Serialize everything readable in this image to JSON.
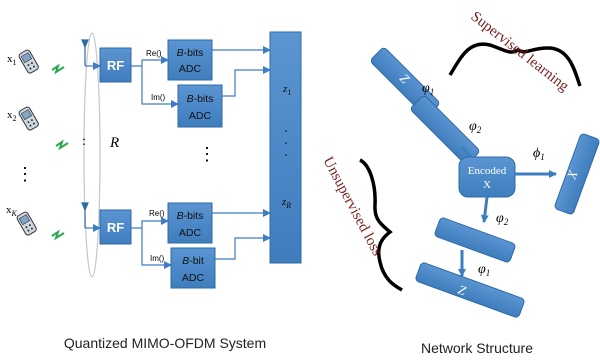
{
  "left": {
    "caption": "Quantized MIMO-OFDM System",
    "users": [
      {
        "label": "x",
        "sub": "1"
      },
      {
        "label": "x",
        "sub": "2"
      },
      {
        "label": "x",
        "sub": "K"
      }
    ],
    "user_dots": "⋮",
    "antenna_dots": ":",
    "R_label": "R",
    "rf_label": "RF",
    "re_label": "Re()",
    "im_label": "Im()",
    "adc_bits": "B",
    "adc_bits_suffix": "-bits",
    "adc_bits_suffix_lower": "-bit",
    "adc_label": "ADC",
    "adc_dots": "⋮",
    "z_first": "z",
    "z_first_sub": "1",
    "z_dots": ".",
    "z_last": "z",
    "z_last_sub": "R"
  },
  "right": {
    "caption": "Network Structure",
    "supervised": "Supervised learning",
    "unsupervised": "Unsupervised loss",
    "z_top": "Z",
    "z_bottom": "Z",
    "x_out": "X",
    "encoded_line1": "Encoded",
    "encoded_line2": "X",
    "phi1_a": "φ",
    "phi1_a_sub": "1",
    "phi2_a": "φ",
    "phi2_a_sub": "2",
    "phi_out": "ϕ",
    "phi_out_sub": "1",
    "phi2_b": "φ",
    "phi2_b_sub": "2",
    "phi1_b": "φ",
    "phi1_b_sub": "1"
  },
  "colors": {
    "block": "#4a86c5",
    "block_dark": "#2e6aa8",
    "arrow": "#3d7dc0",
    "brace": "#000000",
    "annot_text": "#7a1f1f",
    "lightning": "#2fa84f"
  }
}
